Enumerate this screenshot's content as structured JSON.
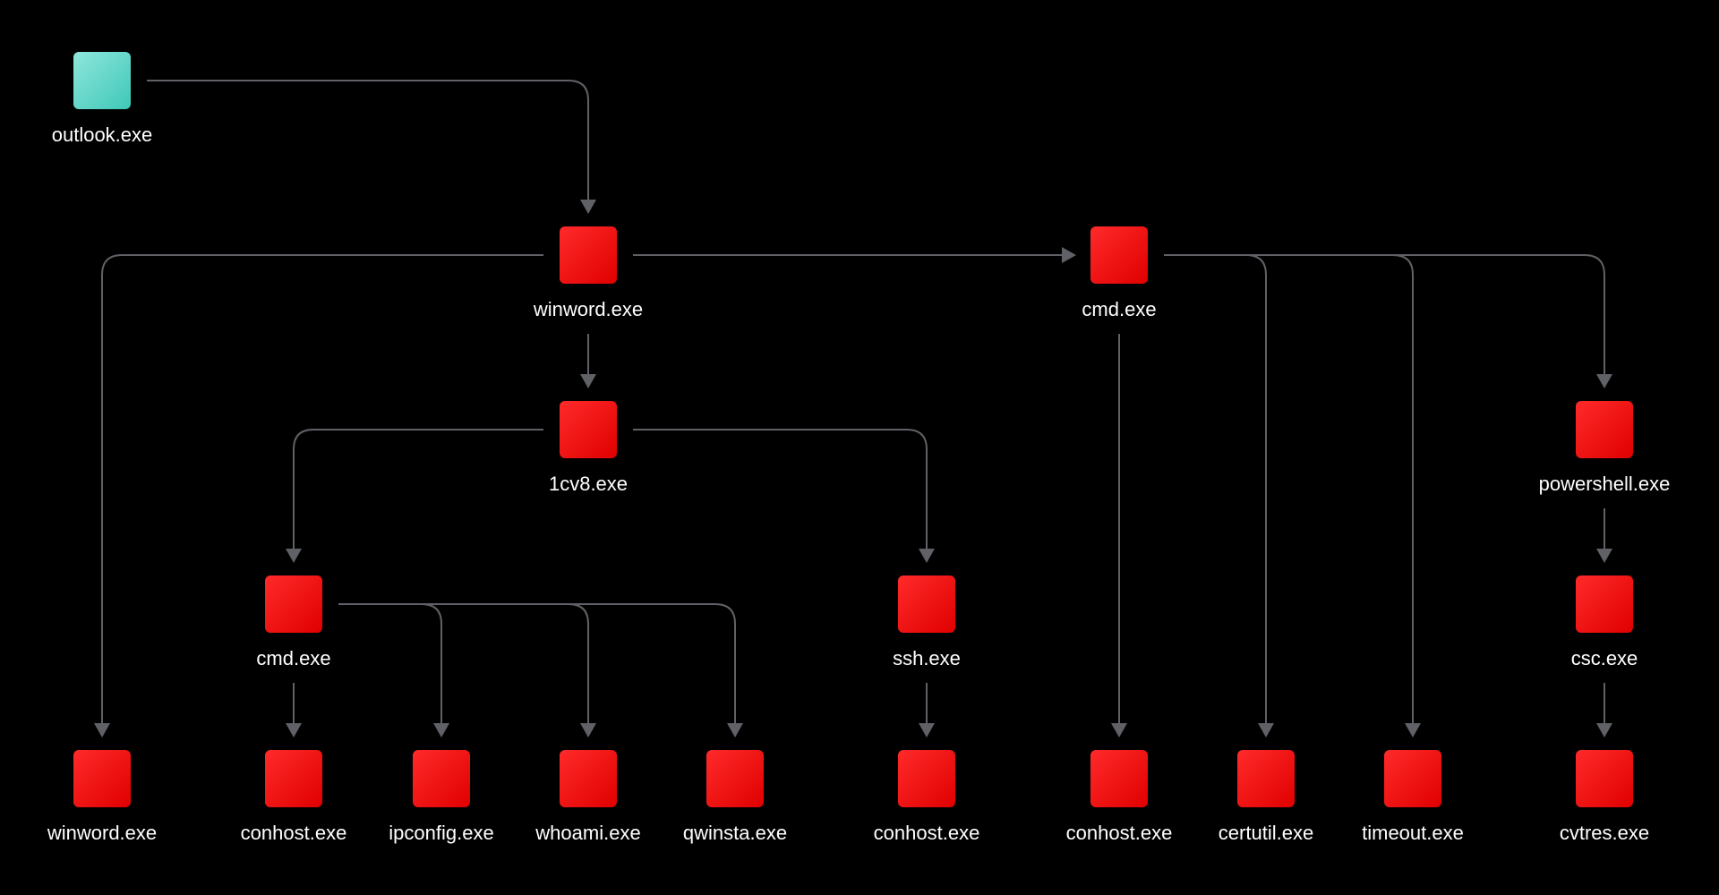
{
  "colors": {
    "background": "#000000",
    "edge": "#5f6166",
    "suspicious_node": "#e00000",
    "suspicious_node_highlight": "#ff2a2a",
    "origin_node": "#3ec8b8",
    "origin_node_highlight": "#8fe6dc",
    "label": "#ffffff"
  },
  "process_tree": {
    "nodes": [
      {
        "id": "n_outlook",
        "label": "outlook.exe",
        "kind": "origin"
      },
      {
        "id": "n_winword",
        "label": "winword.exe",
        "kind": "suspicious"
      },
      {
        "id": "n_cmd_top",
        "label": "cmd.exe",
        "kind": "suspicious"
      },
      {
        "id": "n_1cv8",
        "label": "1cv8.exe",
        "kind": "suspicious"
      },
      {
        "id": "n_powershell",
        "label": "powershell.exe",
        "kind": "suspicious"
      },
      {
        "id": "n_cmd_mid",
        "label": "cmd.exe",
        "kind": "suspicious"
      },
      {
        "id": "n_ssh",
        "label": "ssh.exe",
        "kind": "suspicious"
      },
      {
        "id": "n_csc",
        "label": "csc.exe",
        "kind": "suspicious"
      },
      {
        "id": "n_winword_leaf",
        "label": "winword.exe",
        "kind": "suspicious"
      },
      {
        "id": "n_conhost_1",
        "label": "conhost.exe",
        "kind": "suspicious"
      },
      {
        "id": "n_ipconfig",
        "label": "ipconfig.exe",
        "kind": "suspicious"
      },
      {
        "id": "n_whoami",
        "label": "whoami.exe",
        "kind": "suspicious"
      },
      {
        "id": "n_qwinsta",
        "label": "qwinsta.exe",
        "kind": "suspicious"
      },
      {
        "id": "n_conhost_2",
        "label": "conhost.exe",
        "kind": "suspicious"
      },
      {
        "id": "n_conhost_3",
        "label": "conhost.exe",
        "kind": "suspicious"
      },
      {
        "id": "n_certutil",
        "label": "certutil.exe",
        "kind": "suspicious"
      },
      {
        "id": "n_timeout",
        "label": "timeout.exe",
        "kind": "suspicious"
      },
      {
        "id": "n_cvtres",
        "label": "cvtres.exe",
        "kind": "suspicious"
      }
    ],
    "edges": [
      {
        "from": "n_outlook",
        "to": "n_winword"
      },
      {
        "from": "n_winword",
        "to": "n_cmd_top"
      },
      {
        "from": "n_winword",
        "to": "n_winword_leaf"
      },
      {
        "from": "n_winword",
        "to": "n_1cv8"
      },
      {
        "from": "n_1cv8",
        "to": "n_cmd_mid"
      },
      {
        "from": "n_1cv8",
        "to": "n_ssh"
      },
      {
        "from": "n_cmd_mid",
        "to": "n_conhost_1"
      },
      {
        "from": "n_cmd_mid",
        "to": "n_ipconfig"
      },
      {
        "from": "n_cmd_mid",
        "to": "n_whoami"
      },
      {
        "from": "n_cmd_mid",
        "to": "n_qwinsta"
      },
      {
        "from": "n_ssh",
        "to": "n_conhost_2"
      },
      {
        "from": "n_cmd_top",
        "to": "n_conhost_3"
      },
      {
        "from": "n_cmd_top",
        "to": "n_certutil"
      },
      {
        "from": "n_cmd_top",
        "to": "n_timeout"
      },
      {
        "from": "n_cmd_top",
        "to": "n_powershell"
      },
      {
        "from": "n_powershell",
        "to": "n_csc"
      },
      {
        "from": "n_csc",
        "to": "n_cvtres"
      }
    ]
  }
}
